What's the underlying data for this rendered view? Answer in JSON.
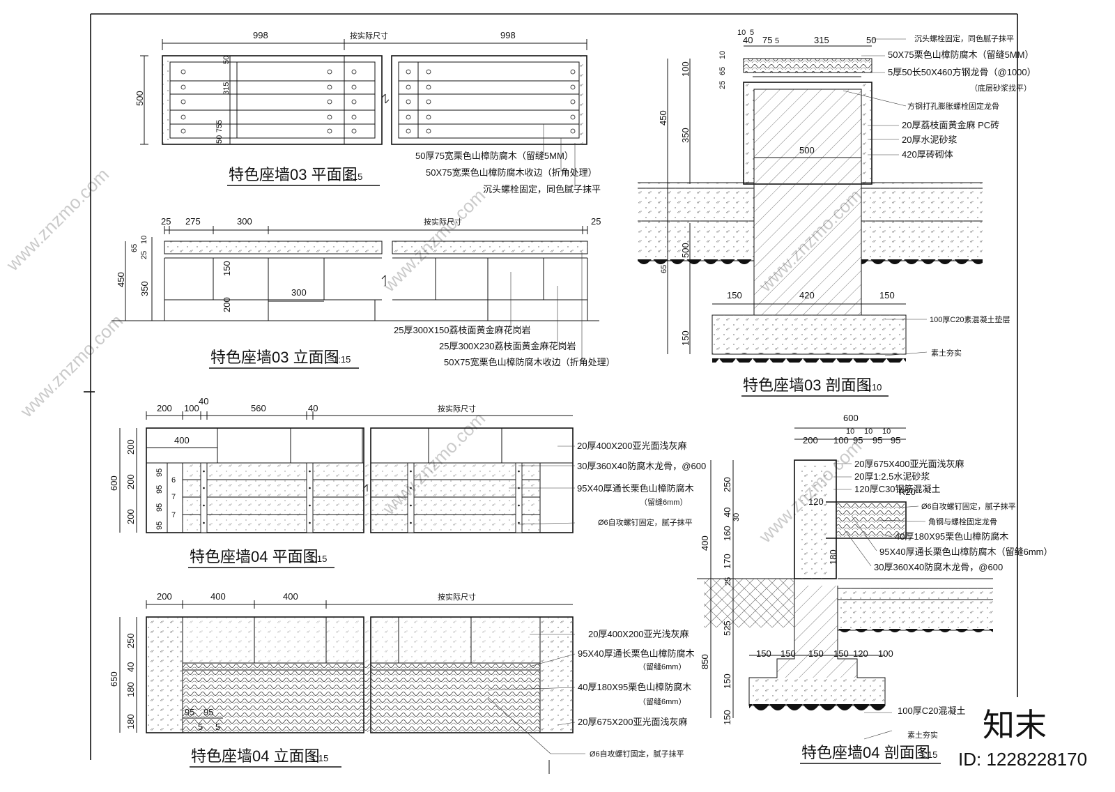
{
  "watermark": {
    "site": "www.znzmo.com",
    "brand": "知末",
    "id": "ID: 1228228170"
  },
  "views": {
    "plan03": {
      "title": "特色座墙03 平面图",
      "scale": "1:15",
      "dims_top": [
        "998",
        "按实际尺寸",
        "998"
      ],
      "dims_left": [
        "500"
      ],
      "dims_inner": [
        "50",
        "315",
        "5",
        "75",
        "50"
      ],
      "notes": [
        "50厚75宽栗色山樟防腐木（留缝5MM）",
        "50X75宽栗色山樟防腐木收边（折角处理）",
        "沉头螺栓固定，同色腻子抹平"
      ]
    },
    "elev03": {
      "title": "特色座墙03 立面图",
      "scale": "1:15",
      "dims_top": [
        "25",
        "275",
        "300",
        "按实际尺寸",
        "25"
      ],
      "dims_left": [
        "450",
        "65",
        "25",
        "10",
        "350",
        "150",
        "200"
      ],
      "dim_inner": "300",
      "notes": [
        "25厚300X150荔枝面黄金麻花岗岩",
        "25厚300X230荔枝面黄金麻花岗岩",
        "50X75宽栗色山樟防腐木收边（折角处理）"
      ]
    },
    "sect03": {
      "title": "特色座墙03 剖面图",
      "scale": "1:10",
      "dims_top": [
        "10",
        "5",
        "40",
        "75",
        "5",
        "315",
        "50"
      ],
      "dims_left": [
        "450",
        "100",
        "10",
        "25",
        "65",
        "350",
        "500",
        "65",
        "150"
      ],
      "dims_mid": [
        "500"
      ],
      "dims_bottom": [
        "150",
        "420",
        "150"
      ],
      "notes": [
        "沉头螺栓固定，同色腻子抹平",
        "50X75栗色山樟防腐木（留缝5MM）",
        "5厚50长50X460方钢龙骨（@1000）",
        "（底层砂浆找平）",
        "方钢打孔膨胀螺栓固定龙骨",
        "20厚荔枝面黄金麻 PC砖",
        "20厚水泥砂浆",
        "420厚砖砌体",
        "100厚C20素混凝土垫层",
        "素土夯实"
      ]
    },
    "plan04": {
      "title": "特色座墙04 平面图",
      "scale": "1:15",
      "dims_top": [
        "200",
        "100",
        "40",
        "560",
        "40",
        "按实际尺寸"
      ],
      "dims_left": [
        "600",
        "200",
        "200",
        "200"
      ],
      "dims_inner": [
        "400"
      ],
      "dims_small": [
        "95",
        "6",
        "95",
        "7",
        "95",
        "7",
        "95"
      ],
      "notes": [
        "20厚400X200亚光面浅灰麻",
        "30厚360X40防腐木龙骨，@600",
        "95X40厚通长栗色山樟防腐木",
        "（留缝6mm）",
        "Ø6自攻螺钉固定，腻子抹平"
      ]
    },
    "elev04": {
      "title": "特色座墙04 立面图",
      "scale": "1:15",
      "dims_top": [
        "200",
        "400",
        "400",
        "按实际尺寸"
      ],
      "dims_left": [
        "650",
        "250",
        "40",
        "180",
        "180"
      ],
      "dims_bottom": [
        "95",
        "95",
        "5",
        "5"
      ],
      "notes": [
        "20厚400X200亚光浅灰麻",
        "95X40厚通长栗色山樟防腐木",
        "（留缝6mm）",
        "40厚180X95栗色山樟防腐木",
        "（留缝6mm）",
        "20厚675X200亚光面浅灰麻",
        "Ø6自攻螺钉固定，腻子抹平"
      ]
    },
    "sect04": {
      "title": "特色座墙04 剖面图",
      "scale": "1:15",
      "dims_top": [
        "600",
        "200",
        "100",
        "10",
        "95",
        "10",
        "95",
        "10",
        "95"
      ],
      "dims_left": [
        "400",
        "250",
        "40",
        "30",
        "160",
        "170",
        "25",
        "850",
        "525",
        "150",
        "150"
      ],
      "dims_inner": [
        "120",
        "180"
      ],
      "dims_bottom": [
        "150",
        "150",
        "150",
        "150",
        "120",
        "100"
      ],
      "radius": "R20",
      "notes": [
        "20厚675X400亚光面浅灰麻",
        "20厚1:2.5水泥砂浆",
        "120厚C30钢筋混凝土",
        "Ø6自攻螺钉固定，腻子抹平",
        "角钢与螺栓固定龙骨",
        "40厚180X95栗色山樟防腐木",
        "95X40厚通长栗色山樟防腐木（留缝6mm）",
        "30厚360X40防腐木龙骨，@600",
        "100厚C20混凝土",
        "素土夯实"
      ]
    }
  }
}
